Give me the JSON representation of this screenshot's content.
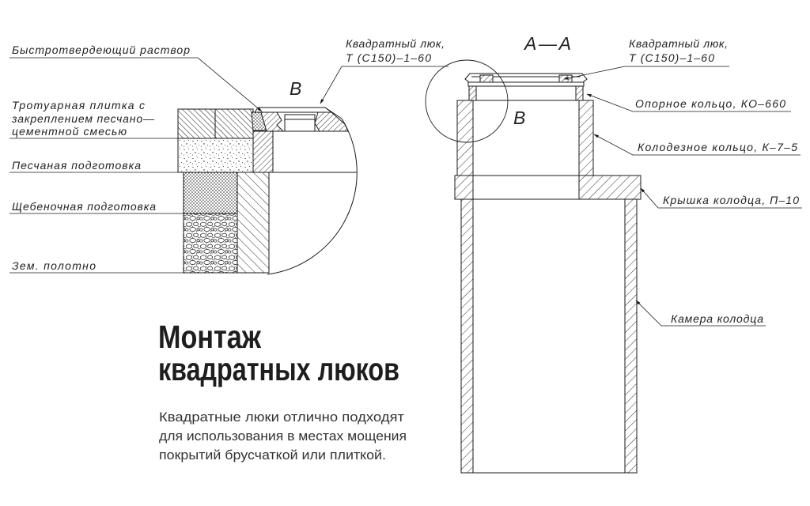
{
  "detail_view": {
    "marker": "В",
    "callouts": [
      {
        "lines": [
          "Быстротвердеющий раствор"
        ]
      },
      {
        "lines": [
          "Тротуарная плитка с",
          "закреплением песчано—",
          "цементной смесью"
        ]
      },
      {
        "lines": [
          "Песчаная подготовка"
        ]
      },
      {
        "lines": [
          "Щебеночная подготовка"
        ]
      },
      {
        "lines": [
          "Зем. полотно"
        ]
      },
      {
        "lines": [
          "Квадратный люк,",
          "Т (С150)–1–60"
        ]
      }
    ]
  },
  "section_view": {
    "title": "А—А",
    "detail_marker": "В",
    "callouts": [
      {
        "lines": [
          "Квадратный люк,",
          "Т (С150)–1–60"
        ]
      },
      {
        "lines": [
          "Опорное кольцо, КО–660"
        ]
      },
      {
        "lines": [
          "Колодезное кольцо, К–7–5"
        ]
      },
      {
        "lines": [
          "Крышка колодца, П–10"
        ]
      },
      {
        "lines": [
          "Камера колодца"
        ]
      }
    ]
  },
  "heading": {
    "lines": [
      "Монтаж",
      "квадратных люков"
    ]
  },
  "description": {
    "lines": [
      "Квадратные люки отлично подходят",
      "для использования в местах мощения",
      "покрытий брусчаткой или плиткой."
    ]
  }
}
